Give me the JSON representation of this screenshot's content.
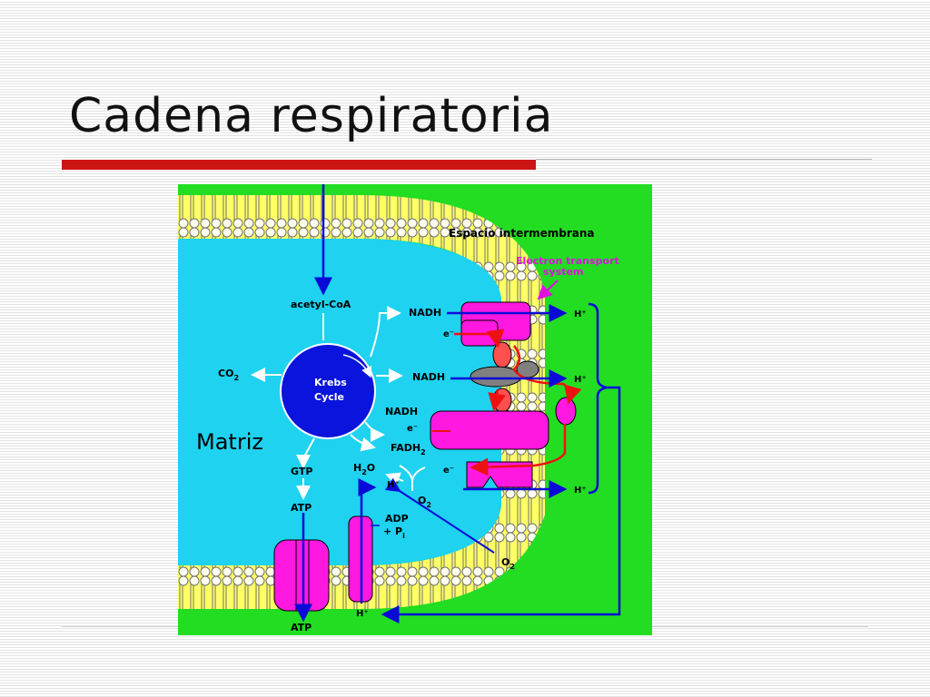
{
  "slide": {
    "title": "Cadena respiratoria"
  },
  "diagram": {
    "region_labels": {
      "intermembrane": "Espacio intermembrana",
      "matrix": "Matriz"
    },
    "callout": {
      "line1": "Electron transport",
      "line2": "system"
    },
    "krebs": {
      "line1": "Krebs",
      "line2": "Cycle"
    },
    "molecules": {
      "acetyl_coa": "acetyl-CoA",
      "co2": "CO",
      "co2_sub": "2",
      "nadh_1": "NADH",
      "nadh_2": "NADH",
      "nadh_3": "NADH",
      "fadh2": "FADH",
      "fadh2_sub": "2",
      "gtp": "GTP",
      "atp_1": "ATP",
      "atp_2": "ATP",
      "h2o": "H",
      "h2o_sub": "2",
      "h2o_end": "O",
      "adp": "ADP",
      "pi": "+ P",
      "pi_sub": "i",
      "o2_inner": "O",
      "o2_inner_sub": "2",
      "o2_outer": "O",
      "o2_outer_sub": "2"
    },
    "electrons": [
      "e⁻",
      "e⁻",
      "e⁻"
    ],
    "protons": [
      "H⁺",
      "H⁺",
      "H⁺",
      "H⁺",
      "H⁺"
    ],
    "colors": {
      "intermembrane": "#22dd22",
      "matrix": "#1ed2f0",
      "membrane_head": "#ffff66",
      "krebs": "#0a14dc",
      "protein": "#ff18e0",
      "arrow": "#0a0ad8",
      "electron_path": "#ee1111"
    }
  }
}
